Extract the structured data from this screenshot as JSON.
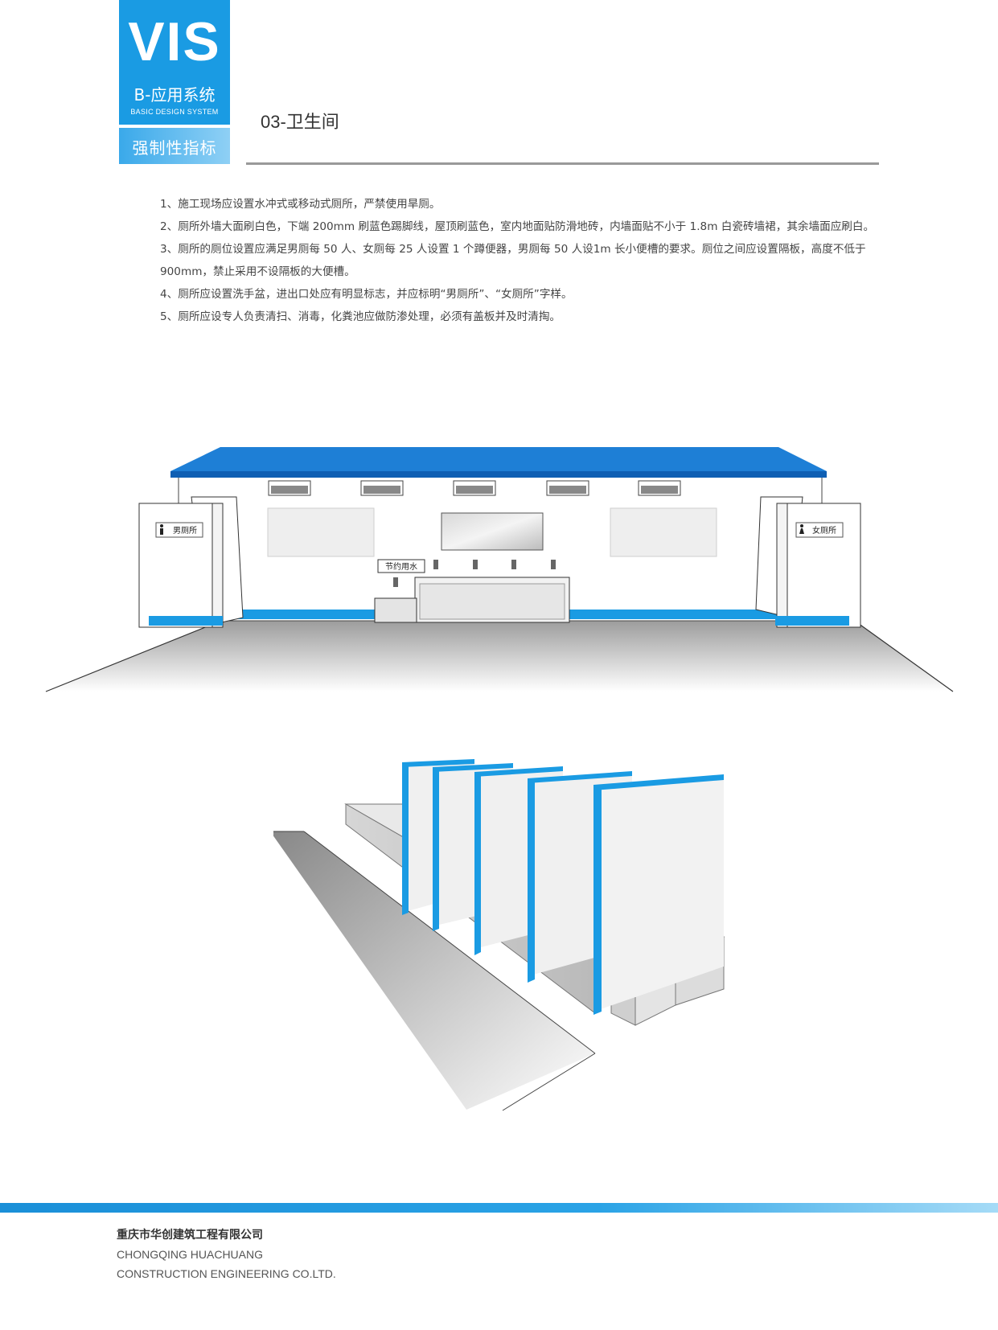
{
  "header": {
    "badge_title": "VIS",
    "badge_subtitle": "B-应用系统",
    "badge_en": "BASIC DESIGN SYSTEM",
    "badge_mandatory": "强制性指标",
    "section_title": "03-卫生间"
  },
  "rules": [
    "1、施工现场应设置水冲式或移动式厕所，严禁使用旱厕。",
    "2、厕所外墙大面刷白色，下端 200mm 刷蓝色踢脚线，屋顶刷蓝色，室内地面贴防滑地砖，内墙面贴不小于 1.8m 白瓷砖墙裙，其余墙面应刷白。",
    "3、厕所的厕位设置应满足男厕每 50 人、女厕每 25 人设置 1 个蹲便器，男厕每 50 人设1m 长小便槽的要求。厕位之间应设置隔板，高度不低于900mm，禁止采用不设隔板的大便槽。",
    "4、厕所应设置洗手盆，进出口处应有明显标志，并应标明“男厕所”、“女厕所”字样。",
    "5、厕所应设专人负责清扫、消毒，化粪池应做防渗处理，必须有盖板并及时清掏。"
  ],
  "illustration": {
    "men_sign": "男厕所",
    "women_sign": "女厕所",
    "water_sign": "节约用水",
    "colors": {
      "brand_blue": "#1a9be3",
      "roof_blue": "#1e7fd6"
    }
  },
  "footer": {
    "company_cn": "重庆市华创建筑工程有限公司",
    "company_en_1": "CHONGQING HUACHUANG",
    "company_en_2": "CONSTRUCTION ENGINEERING CO.LTD."
  }
}
